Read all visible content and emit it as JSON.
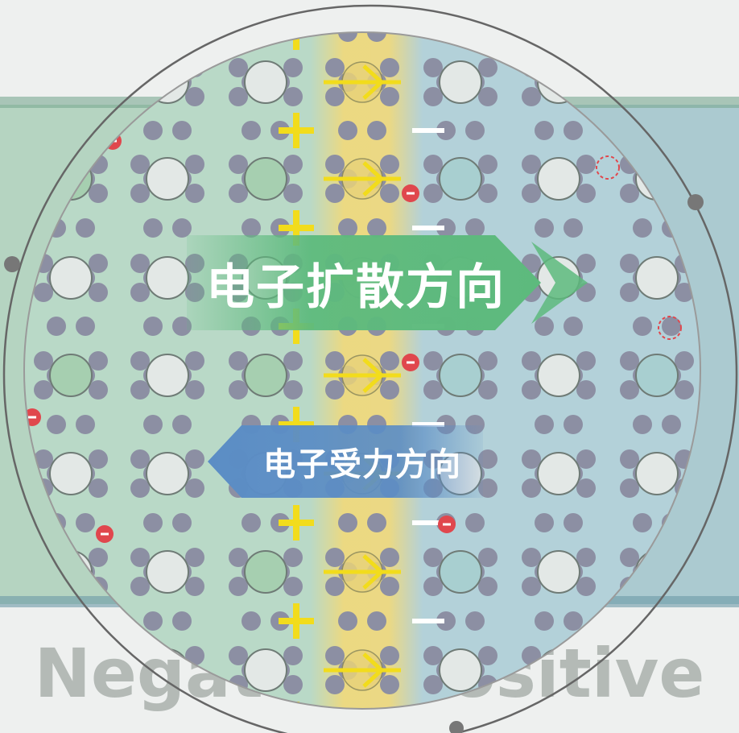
{
  "diagram": {
    "diffusion_label": "电子扩散方向",
    "force_label": "电子受力方向",
    "background_text": "Negative Positive",
    "plus_sign": "+",
    "minus_sign": "−",
    "electron_sign": "−",
    "colors": {
      "n_region": "#b9d9c7",
      "p_region": "#b3d1d9",
      "depletion": "#f1d97a",
      "hole_dot": "#8c8fa3",
      "atom_light": "#e3e8e6",
      "atom_green": "#a6cfb0",
      "atom_teal": "#a8cfd0",
      "plus": "#f2dc1c",
      "electron": "#e0474d",
      "diffusion_banner": "#5dba7d",
      "force_banner": "#5b8dc5",
      "ring": "#777777"
    }
  }
}
